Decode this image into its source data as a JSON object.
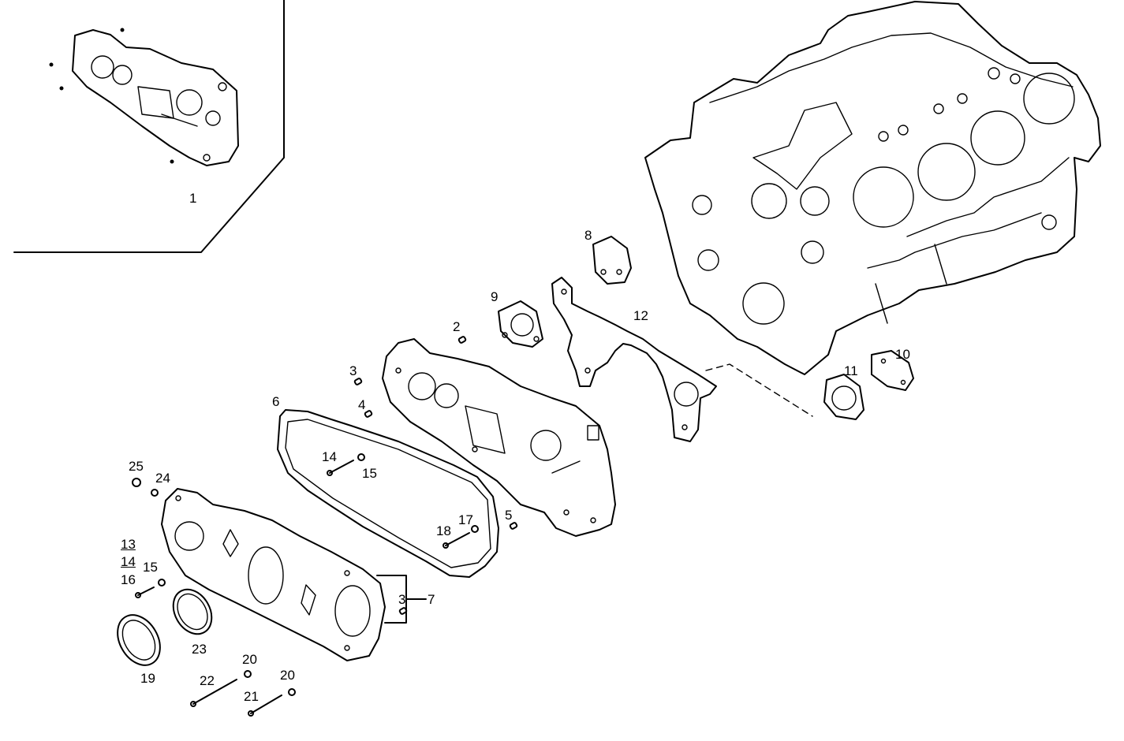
{
  "labels": {
    "l1": "1",
    "l2": "2",
    "l3a": "3",
    "l3b": "3",
    "l4": "4",
    "l5": "5",
    "l6": "6",
    "l7": "7",
    "l8": "8",
    "l9": "9",
    "l10": "10",
    "l11": "11",
    "l12": "12",
    "l13": "13",
    "l14a": "14",
    "l14b": "14",
    "l15a": "15",
    "l15b": "15",
    "l16": "16",
    "l17": "17",
    "l18": "18",
    "l19": "19",
    "l20a": "20",
    "l20b": "20",
    "l21": "21",
    "l22": "22",
    "l23": "23",
    "l24": "24",
    "l25": "25"
  },
  "colors": {
    "line": "#000000",
    "background": "#ffffff"
  }
}
